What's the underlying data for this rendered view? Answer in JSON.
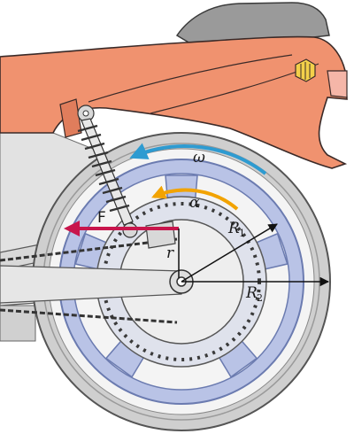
{
  "labels": {
    "omega": "ω",
    "alpha": "α",
    "force": "F",
    "radius": "r",
    "r1_base": "R",
    "r1_sub": "1",
    "r2_base": "R",
    "r2_sub": "2"
  },
  "colors": {
    "body_paint": "#f0926f",
    "body_outline": "#3a2a28",
    "seat": "#9a9a9a",
    "tire": "#cfcfcf",
    "tire_outline": "#555555",
    "rim": "#b9c3e6",
    "rim_outline": "#6b7bb0",
    "hub_disk": "#eeeeee",
    "omega_arrow": "#2e9bd1",
    "alpha_arrow": "#f2a300",
    "force_arrow": "#c8154c",
    "line": "#111111",
    "frame_gray": "#d8d8d8"
  }
}
